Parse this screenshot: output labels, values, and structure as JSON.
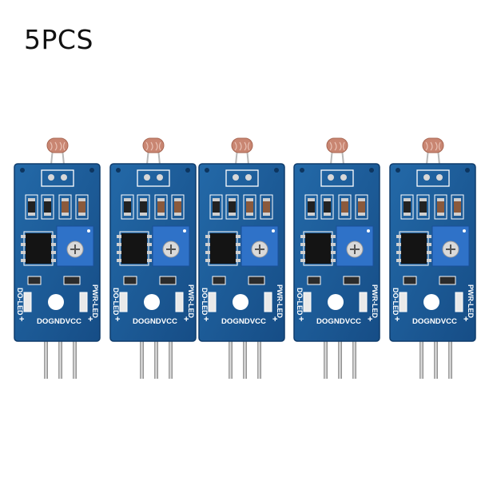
{
  "caption": "5PCS",
  "module": {
    "pin_label": "DOGNDVCC",
    "pwr_led_label": "PWR-LED",
    "do_led_label": "DO-LED",
    "plus_mark": "+",
    "board_color": "#1d5f9e",
    "pot_color": "#2f72c8",
    "sensor_color": "#c98672"
  },
  "modules": [
    {
      "name": "module-1"
    },
    {
      "name": "module-2"
    },
    {
      "name": "module-3"
    },
    {
      "name": "module-4"
    },
    {
      "name": "module-5"
    }
  ]
}
